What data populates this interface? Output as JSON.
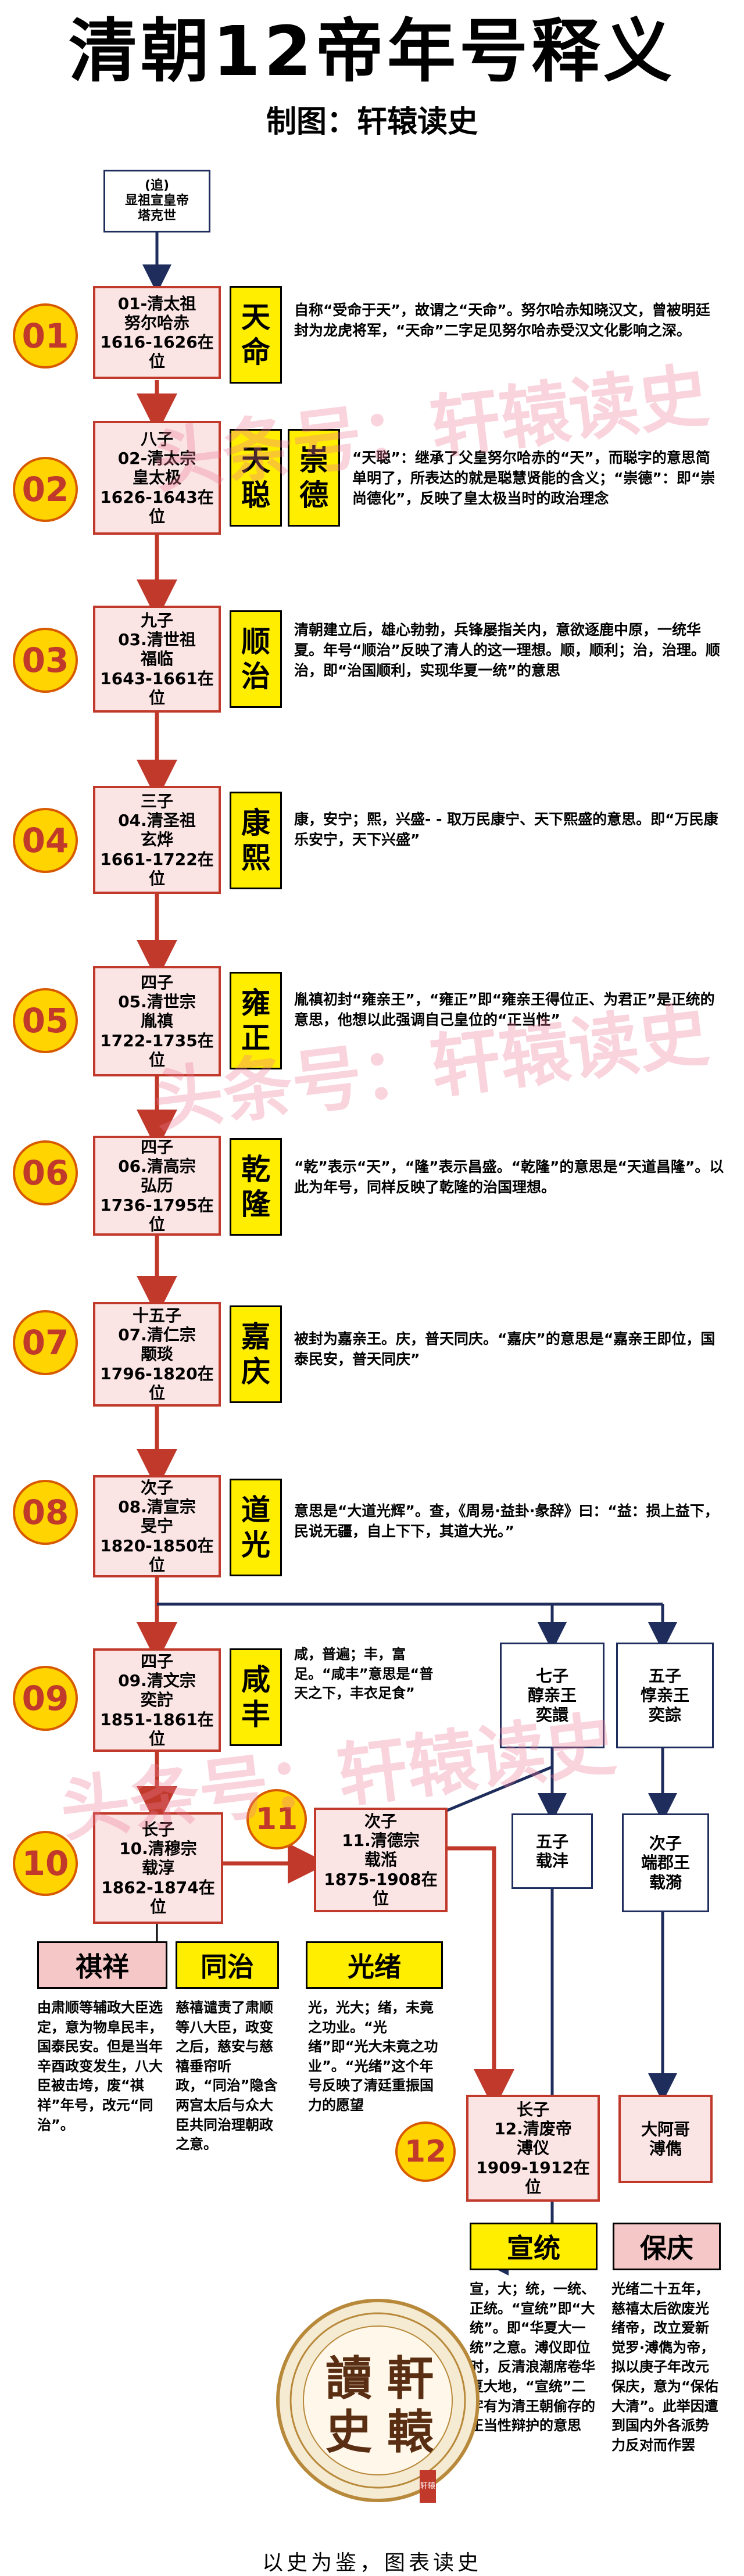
{
  "header": {
    "title": "清朝12帝年号释义",
    "subtitle": "制图：轩辕读史"
  },
  "ancestor": [
    "(追)",
    "显祖宣皇帝",
    "塔克世"
  ],
  "emperors": [
    {
      "num": "01",
      "lines": [
        "01-清太祖",
        "努尔哈赤",
        "1616-1626在位"
      ],
      "era": [
        "天",
        "命"
      ],
      "desc": "自称“受命于天”，故谓之“天命”。努尔哈赤知晓汉文，曾被明廷封为龙虎将军，“天命”二字足见努尔哈赤受汉文化影响之深。"
    },
    {
      "num": "02",
      "lines": [
        "八子",
        "02-清太宗",
        "皇太极",
        "1626-1643在位"
      ],
      "era": [
        "天",
        "聪"
      ],
      "era2": [
        "崇",
        "德"
      ],
      "desc": "“天聪”：继承了父皇努尔哈赤的“天”，而聪字的意思简单明了，所表达的就是聪慧贤能的含义；“崇德”：即“崇尚德化”，反映了皇太极当时的政治理念"
    },
    {
      "num": "03",
      "lines": [
        "九子",
        "03.清世祖",
        "福临",
        "1643-1661在位"
      ],
      "era": [
        "顺",
        "治"
      ],
      "desc": "清朝建立后，雄心勃勃，兵锋屡指关内，意欲逐鹿中原，一统华夏。年号“顺治”反映了清人的这一理想。顺，顺利；治，治理。顺治，即“治国顺利，实现华夏一统”的意思"
    },
    {
      "num": "04",
      "lines": [
        "三子",
        "04.清圣祖",
        "玄烨",
        "1661-1722在位"
      ],
      "era": [
        "康",
        "熙"
      ],
      "desc": "康，安宁；熙，兴盛- - 取万民康宁、天下熙盛的意思。即“万民康乐安宁，天下兴盛”"
    },
    {
      "num": "05",
      "lines": [
        "四子",
        "05.清世宗",
        "胤禛",
        "1722-1735在位"
      ],
      "era": [
        "雍",
        "正"
      ],
      "desc": "胤禛初封“雍亲王”，“雍正”即“雍亲王得位正、为君正”是正统的意思，他想以此强调自己皇位的“正当性”"
    },
    {
      "num": "06",
      "lines": [
        "四子",
        "06.清高宗",
        "弘历",
        "1736-1795在位"
      ],
      "era": [
        "乾",
        "隆"
      ],
      "desc": "“乾”表示“天”，“隆”表示昌盛。“乾隆”的意思是“天道昌隆”。以此为年号，同样反映了乾隆的治国理想。"
    },
    {
      "num": "07",
      "lines": [
        "十五子",
        "07.清仁宗",
        "颙琰",
        "1796-1820在位"
      ],
      "era": [
        "嘉",
        "庆"
      ],
      "desc": "被封为嘉亲王。庆，普天同庆。“嘉庆”的意思是“嘉亲王即位，国泰民安，普天同庆”"
    },
    {
      "num": "08",
      "lines": [
        "次子",
        "08.清宣宗",
        "旻宁",
        "1820-1850在位"
      ],
      "era": [
        "道",
        "光"
      ],
      "desc": "意思是“大道光辉”。查，《周易·益卦·彖辞》曰：“益：损上益下，民说无疆，自上下下，其道大光。”"
    },
    {
      "num": "09",
      "lines": [
        "四子",
        "09.清文宗",
        "奕詝",
        "1851-1861在位"
      ],
      "era": [
        "咸",
        "丰"
      ],
      "desc": "咸，普遍；丰，富足。“咸丰”意思是“普天之下，丰衣足食”"
    },
    {
      "num": "10",
      "lines": [
        "长子",
        "10.清穆宗",
        "载淳",
        "1862-1874在位"
      ]
    },
    {
      "num": "11",
      "lines": [
        "次子",
        "11.清德宗",
        "载湉",
        "1875-1908在位"
      ]
    },
    {
      "num": "12",
      "lines": [
        "长子",
        "12.清废帝",
        "溥仪",
        "1909-1912在位"
      ]
    }
  ],
  "princes": {
    "chun": [
      "七子",
      "醇亲王",
      "奕譞"
    ],
    "zaifeng": [
      "五子",
      "载沣"
    ],
    "dun": [
      "五子",
      "惇亲王",
      "奕誴"
    ],
    "duan": [
      "次子",
      "端郡王",
      "载漪"
    ],
    "pujun": [
      "大阿哥",
      "溥儁"
    ]
  },
  "bottom_eras": [
    {
      "label": "祺祥",
      "desc": "由肃顺等辅政大臣选定，意为物阜民丰，国泰民安。但是当年辛酉政变发生，八大臣被击垮，废“祺祥”年号，改元“同治”。"
    },
    {
      "label": "同治",
      "desc": "慈禧谴责了肃顺等八大臣，政变之后，慈安与慈禧垂帘听政，“同治”隐含两宫太后与众大臣共同治理朝政之意。"
    },
    {
      "label": "光绪",
      "desc": "光，光大；绪，未竟之功业。“光绪”即“光大未竟之功业”。“光绪”这个年号反映了清廷重振国力的愿望"
    },
    {
      "label": "宣统",
      "desc": "宣，大；统，一统、正统。“宣统”即“大统”。即“华夏大一统”之意。溥仪即位时，反清浪潮席卷华夏大地，“宣统”二字有为清王朝偷存的正当性辩护的意思"
    },
    {
      "label": "保庆",
      "desc": "光绪二十五年，慈禧太后欲废光绪帝，改立爱新觉罗·溥儁为帝，拟以庚子年改元保庆，意为“保佑大清”。此举因遭到国内外各派势力反对而作罢"
    }
  ],
  "watermark": "头条号：轩辕读史",
  "seal": {
    "chars": [
      "讀",
      "軒",
      "史",
      "轅"
    ],
    "small": "轩辕"
  },
  "footer": "以史为鉴，图表读史",
  "colors": {
    "accent": "#c0392b",
    "era_yellow": "#ffee00",
    "badge": "#ffd400",
    "line_blue": "#1f2d5c"
  }
}
